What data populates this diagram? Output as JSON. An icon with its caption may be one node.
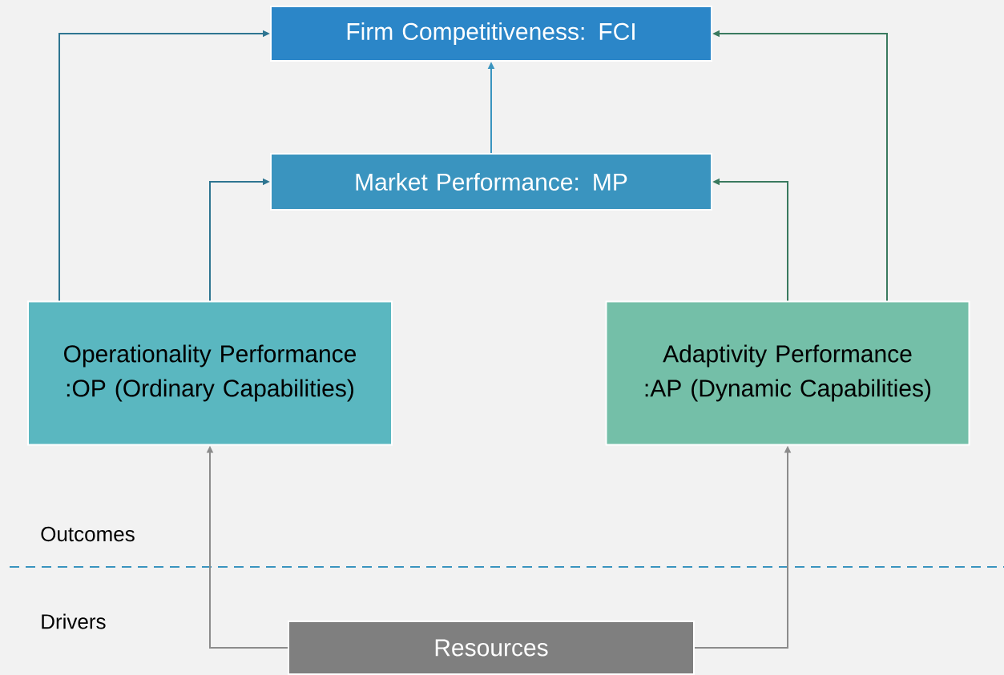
{
  "diagram": {
    "nodes": [
      {
        "text": [
          "Firm Competitiveness: FCI"
        ]
      },
      {
        "text": [
          "Market Performance: MP"
        ]
      },
      {
        "text": [
          "Operationality Performance :OP (Ordinary Capabilities)"
        ]
      },
      {
        "text": [
          "Adaptivity Performance :AP (Dynamic Capabilities)"
        ]
      },
      {
        "text": [
          "Resources"
        ]
      }
    ],
    "edges": [
      {
        "from": 2,
        "to": 0,
        "arrow": "to",
        "color": "#2e7591"
      },
      {
        "from": 2,
        "to": 1,
        "arrow": "to",
        "color": "#2e7591"
      },
      {
        "from": 1,
        "to": 0,
        "arrow": "to",
        "color": "#3a94bf"
      },
      {
        "from": 3,
        "to": 1,
        "arrow": "to",
        "color": "#3a7a5f"
      },
      {
        "from": 3,
        "to": 0,
        "arrow": "to",
        "color": "#3a7a5f"
      },
      {
        "from": 4,
        "to": 2,
        "arrow": "to",
        "color": "#8c8c8c"
      },
      {
        "from": 4,
        "to": 3,
        "arrow": "to",
        "color": "#8c8c8c"
      }
    ],
    "labels": [
      "Outcomes",
      "Drivers"
    ]
  }
}
